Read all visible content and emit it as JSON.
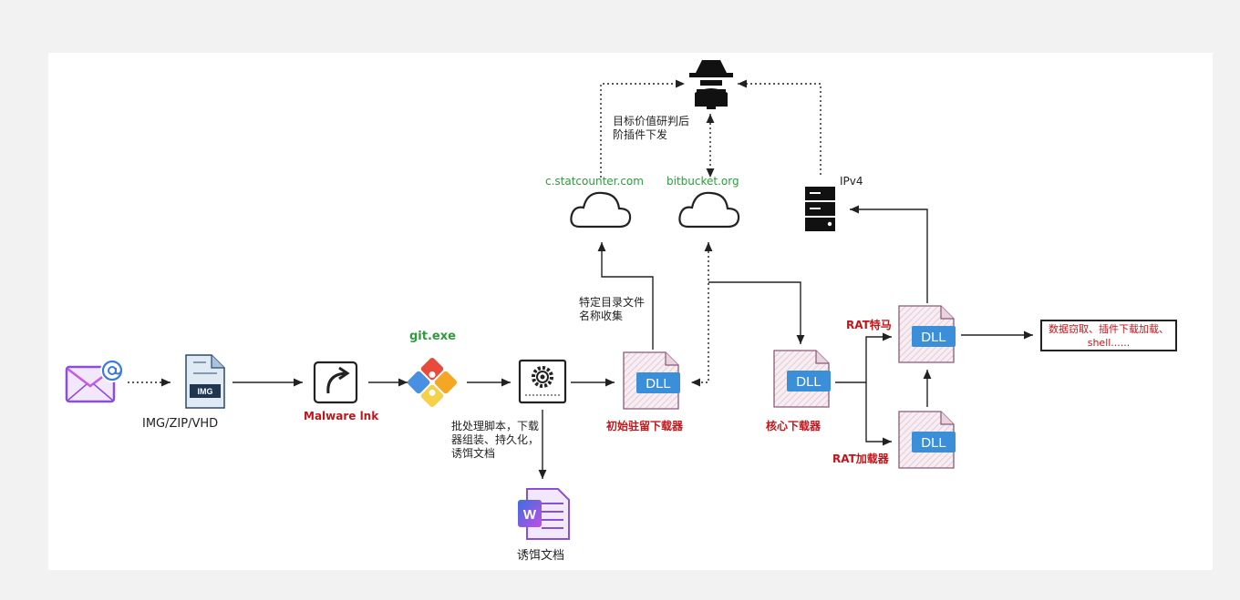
{
  "labels": {
    "img_zip_vhd": "IMG/ZIP/VHD",
    "malware_lnk": "Malware lnk",
    "git_exe": "git.exe",
    "batch_desc": "批处理脚本，下载器组装、持久化，诱饵文档",
    "bait_doc": "诱饵文档",
    "initial_downloader": "初始驻留下载器",
    "core_downloader": "核心下载器",
    "rat_trojan": "RAT特马",
    "rat_loader": "RAT加载器",
    "result": "数据窃取、插件下载加载、shell......",
    "statcounter": "c.statcounter.com",
    "bitbucket": "bitbucket.org",
    "ipv4": "IPv4",
    "target_value": "目标价值研判后阶插件下发",
    "dir_collect": "特定目录文件名称收集",
    "img_icon_text": "IMG",
    "dll_text": "DLL",
    "word_icon_text": "W"
  },
  "colors": {
    "label_red": "#c0161b",
    "label_green": "#2e9b3c",
    "dll_blue": "#3a8fd8",
    "email_purple": "#8a4fd6"
  },
  "icons": [
    "email-icon",
    "img-file-icon",
    "shortcut-icon",
    "git-icon",
    "gear-script-icon",
    "dll-file-icon",
    "word-doc-icon",
    "cloud-icon",
    "server-icon",
    "hacker-icon"
  ]
}
